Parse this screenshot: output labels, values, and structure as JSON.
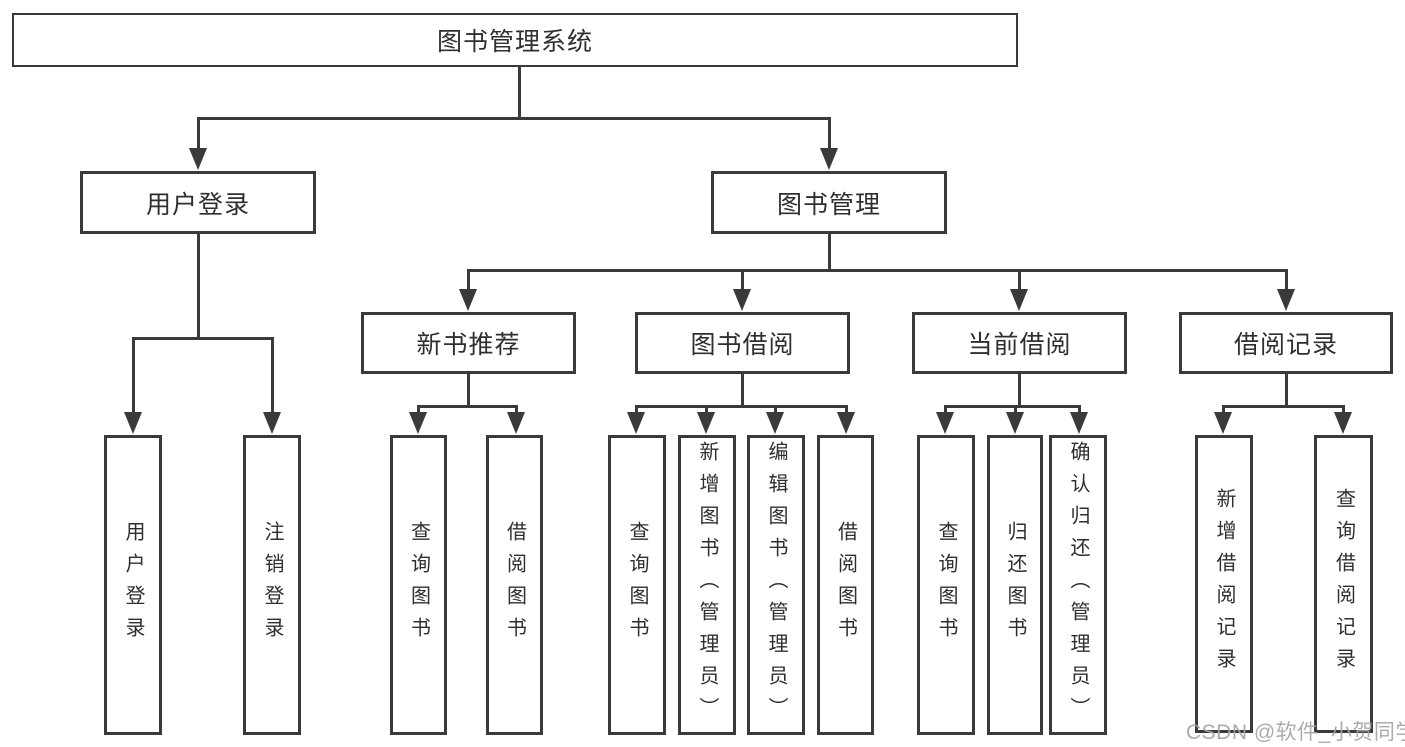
{
  "title": {
    "label": "图书管理系统"
  },
  "branches": [
    {
      "label": "用户登录",
      "children": [
        {
          "label": "用户登录"
        },
        {
          "label": "注销登录"
        }
      ]
    },
    {
      "label": "图书管理",
      "sections": [
        {
          "label": "新书推荐",
          "children": [
            {
              "label": "查询图书"
            },
            {
              "label": "借阅图书"
            }
          ]
        },
        {
          "label": "图书借阅",
          "children": [
            {
              "label": "查询图书"
            },
            {
              "label": "新增图书（管理员）"
            },
            {
              "label": "编辑图书（管理员）"
            },
            {
              "label": "借阅图书"
            }
          ]
        },
        {
          "label": "当前借阅",
          "children": [
            {
              "label": "查询图书"
            },
            {
              "label": "归还图书"
            },
            {
              "label": "确认归还（管理员）"
            }
          ]
        },
        {
          "label": "借阅记录",
          "children": [
            {
              "label": "新增借阅记录"
            },
            {
              "label": "查询借阅记录"
            }
          ]
        }
      ]
    }
  ],
  "watermark": {
    "text": "CSDN @软件_小贺同学"
  },
  "colors": {
    "line": "#3a3a3a",
    "text": "#2f2f2f",
    "watermark": "#a5a5a5",
    "background": "#ffffff"
  }
}
